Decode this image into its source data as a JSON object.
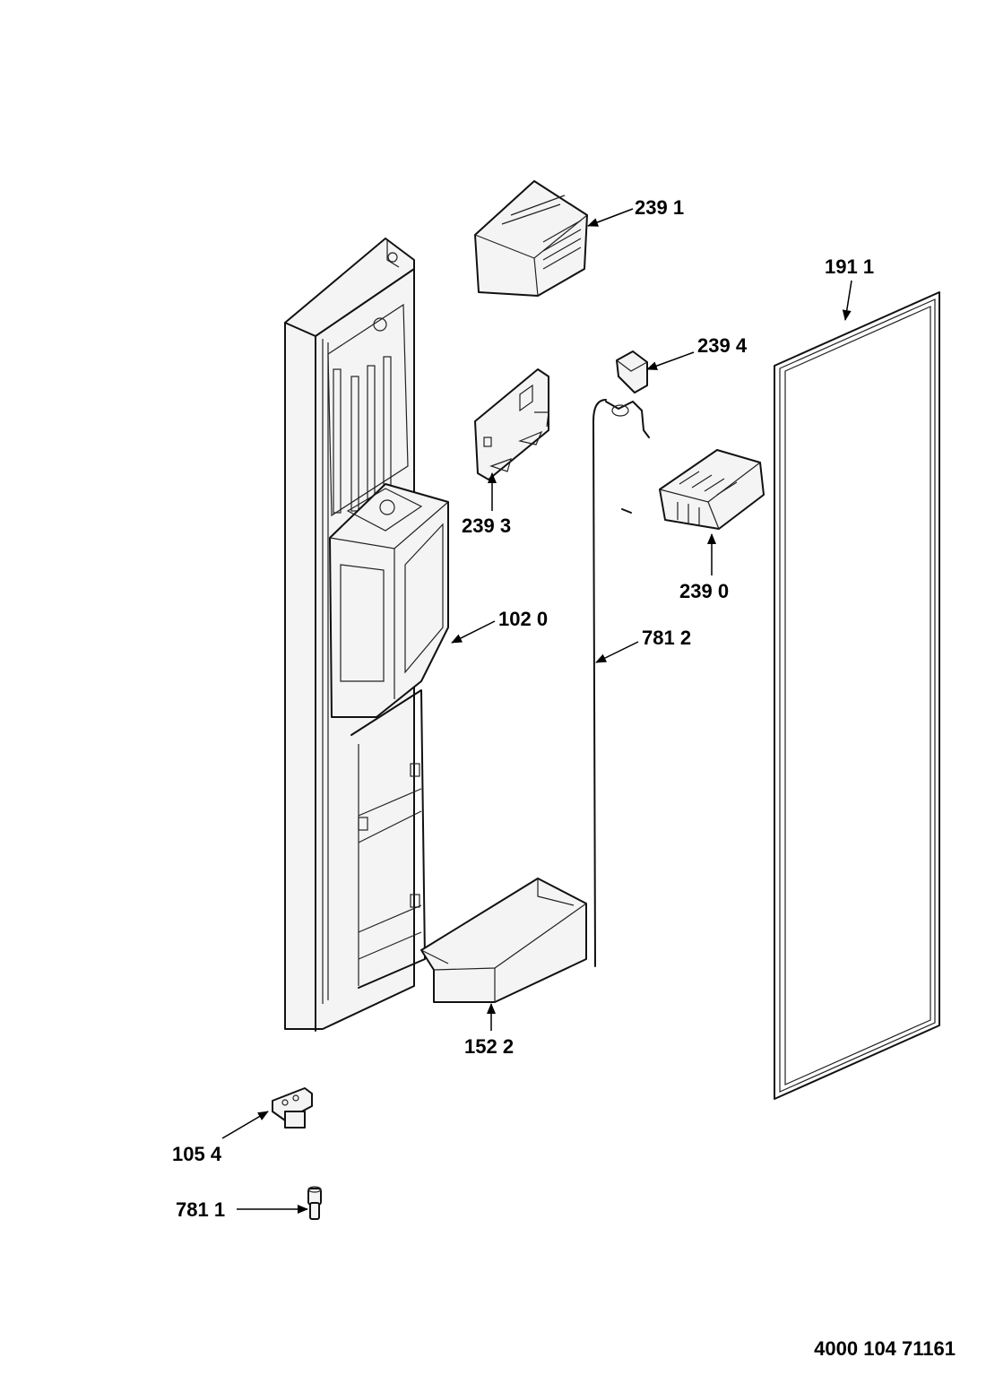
{
  "callouts": [
    {
      "key": "shelf_cover",
      "text": "239 1"
    },
    {
      "key": "gasket",
      "text": "191 1"
    },
    {
      "key": "clip",
      "text": "239 4"
    },
    {
      "key": "dispenser_bracket",
      "text": "239 3"
    },
    {
      "key": "ice_tray",
      "text": "239 0"
    },
    {
      "key": "door_liner",
      "text": "102 0"
    },
    {
      "key": "water_tube",
      "text": "781 2"
    },
    {
      "key": "door_bin",
      "text": "152 2"
    },
    {
      "key": "hinge",
      "text": "105 4"
    },
    {
      "key": "pin",
      "text": "781 1"
    }
  ],
  "document_number": "4000 104 71161"
}
